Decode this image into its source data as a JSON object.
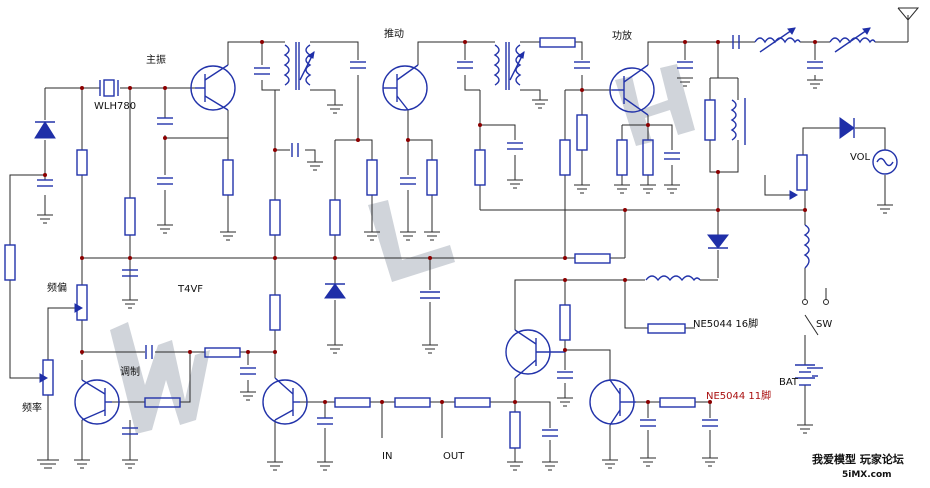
{
  "labels": {
    "crystal": "WLH780",
    "oscillator": "主振",
    "driver": "推动",
    "power_amp": "功放",
    "ic": "T4VF",
    "freq_shift": "频偏",
    "modulation": "调制",
    "freq_adjust": "频率",
    "in": "IN",
    "out": "OUT",
    "ne5044_16": "NE5044 16脚",
    "ne5044_11": "NE5044 11脚",
    "vol": "VOL",
    "sw": "SW",
    "bat": "BAT"
  },
  "watermark": {
    "text": "WLH",
    "site_line1": "我爱模型 玩家论坛",
    "site_line2": "5iMX.com"
  },
  "colors": {
    "wire": "#2a2a2a",
    "component": "#2233aa",
    "junction": "#8b0000",
    "note_red": "#aa1111",
    "watermark": "#c8ccd4"
  }
}
